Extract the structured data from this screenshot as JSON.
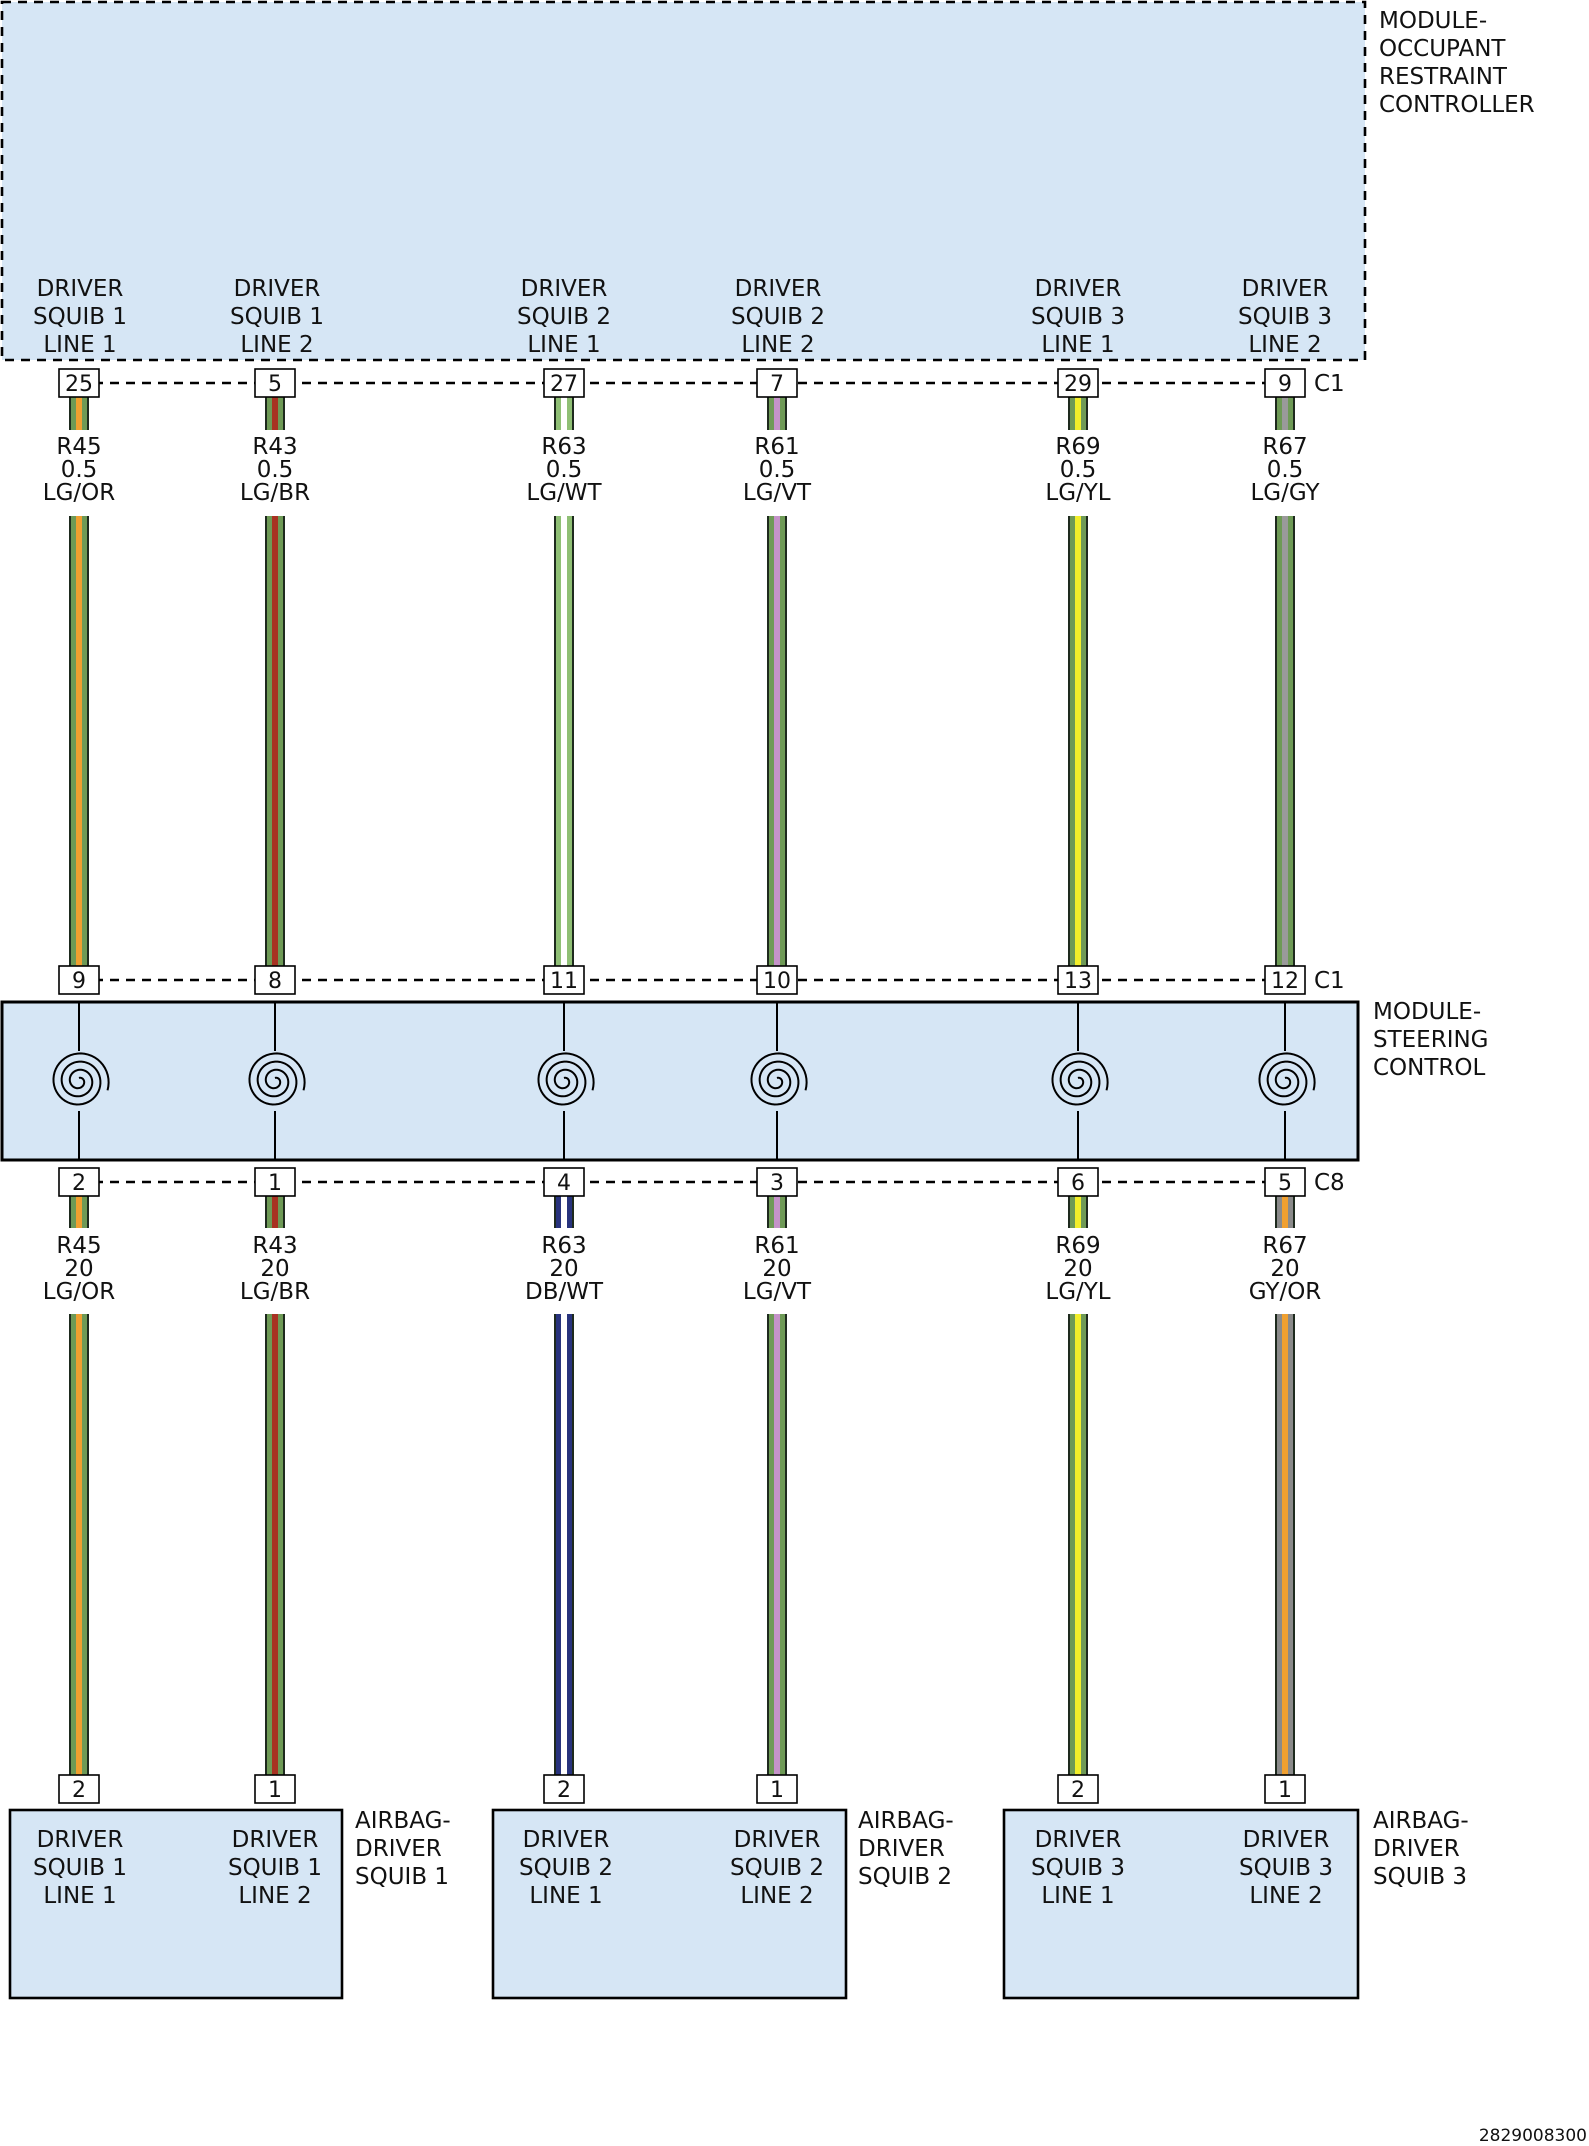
{
  "modules": {
    "orc": {
      "label_lines": [
        "MODULE-",
        "OCCUPANT",
        "RESTRAINT",
        "CONTROLLER"
      ],
      "connector": "C1"
    },
    "steering": {
      "label_lines": [
        "MODULE-",
        "STEERING",
        "CONTROL"
      ],
      "connector_top": "C1",
      "connector_bottom": "C8"
    },
    "airbags": [
      {
        "label_lines": [
          "AIRBAG-",
          "DRIVER",
          "SQUIB 1"
        ]
      },
      {
        "label_lines": [
          "AIRBAG-",
          "DRIVER",
          "SQUIB 2"
        ]
      },
      {
        "label_lines": [
          "AIRBAG-",
          "DRIVER",
          "SQUIB 3"
        ]
      }
    ]
  },
  "circuits": [
    {
      "fn_lines": [
        "DRIVER",
        "SQUIB 1",
        "LINE 1"
      ],
      "orc_pin": "25",
      "upper_wire": [
        "R45",
        "0.5",
        "LG/OR"
      ],
      "scm_top_pin": "9",
      "scm_bottom_pin": "2",
      "lower_wire": [
        "R45",
        "20",
        "LG/OR"
      ],
      "airbag_pin": "2",
      "upper_colors": [
        "#6e9a56",
        "#f0a030"
      ],
      "lower_colors": [
        "#6e9a56",
        "#f0a030"
      ]
    },
    {
      "fn_lines": [
        "DRIVER",
        "SQUIB 1",
        "LINE 2"
      ],
      "orc_pin": "5",
      "upper_wire": [
        "R43",
        "0.5",
        "LG/BR"
      ],
      "scm_top_pin": "8",
      "scm_bottom_pin": "1",
      "lower_wire": [
        "R43",
        "20",
        "LG/BR"
      ],
      "airbag_pin": "1",
      "upper_colors": [
        "#6e9a56",
        "#a83222"
      ],
      "lower_colors": [
        "#6e9a56",
        "#a83222"
      ]
    },
    {
      "fn_lines": [
        "DRIVER",
        "SQUIB 2",
        "LINE 1"
      ],
      "orc_pin": "27",
      "upper_wire": [
        "R63",
        "0.5",
        "LG/WT"
      ],
      "scm_top_pin": "11",
      "scm_bottom_pin": "4",
      "lower_wire": [
        "R63",
        "20",
        "DB/WT"
      ],
      "airbag_pin": "2",
      "upper_colors": [
        "#8fbf75",
        "#ffffff"
      ],
      "lower_colors": [
        "#28337d",
        "#ffffff"
      ]
    },
    {
      "fn_lines": [
        "DRIVER",
        "SQUIB 2",
        "LINE 2"
      ],
      "orc_pin": "7",
      "upper_wire": [
        "R61",
        "0.5",
        "LG/VT"
      ],
      "scm_top_pin": "10",
      "scm_bottom_pin": "3",
      "lower_wire": [
        "R61",
        "20",
        "LG/VT"
      ],
      "airbag_pin": "1",
      "upper_colors": [
        "#6e9a56",
        "#c493c8"
      ],
      "lower_colors": [
        "#6e9a56",
        "#c493c8"
      ]
    },
    {
      "fn_lines": [
        "DRIVER",
        "SQUIB 3",
        "LINE 1"
      ],
      "orc_pin": "29",
      "upper_wire": [
        "R69",
        "0.5",
        "LG/YL"
      ],
      "scm_top_pin": "13",
      "scm_bottom_pin": "6",
      "lower_wire": [
        "R69",
        "20",
        "LG/YL"
      ],
      "airbag_pin": "2",
      "upper_colors": [
        "#6e9a56",
        "#f2ee2a"
      ],
      "lower_colors": [
        "#6e9a56",
        "#f2ee2a"
      ]
    },
    {
      "fn_lines": [
        "DRIVER",
        "SQUIB 3",
        "LINE 2"
      ],
      "orc_pin": "9",
      "upper_wire": [
        "R67",
        "0.5",
        "LG/GY"
      ],
      "scm_top_pin": "12",
      "scm_bottom_pin": "5",
      "lower_wire": [
        "R67",
        "20",
        "GY/OR"
      ],
      "airbag_pin": "1",
      "upper_colors": [
        "#6e9a56",
        "#9a9a9a"
      ],
      "lower_colors": [
        "#8a8a8a",
        "#f0a030"
      ]
    }
  ],
  "footer_id": "2829008300",
  "colors": {
    "module_fill": "#d6e6f5",
    "outline": "#000000"
  }
}
